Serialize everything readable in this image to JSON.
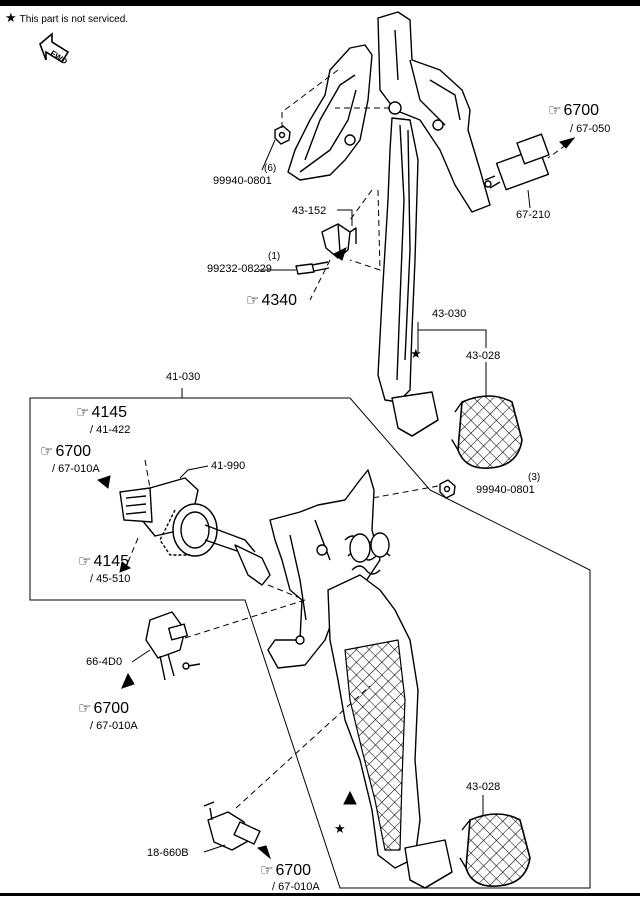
{
  "legend": {
    "star_symbol": "★",
    "note": "This part is not serviced."
  },
  "fwd_label": "FWD",
  "ref_icon": "pointing-hand-icon",
  "labels": {
    "p67_210": "67-210",
    "p43_152": "43-152",
    "p99940_0801_top": "99940-0801",
    "qty_6": "(6)",
    "p99232_08229": "99232-08229",
    "qty_1": "(1)",
    "p43_030": "43-030",
    "p43_028_top": "43-028",
    "p41_030": "41-030",
    "p41_990": "41-990",
    "p99940_0801_mid": "99940-0801",
    "qty_3": "(3)",
    "p66_4D0": "66-4D0",
    "p43_028_bottom": "43-028",
    "p18_660B": "18-660B"
  },
  "refs": {
    "r6700_top": {
      "num": "6700",
      "sub": "/ 67-050"
    },
    "r4340": {
      "num": "4340"
    },
    "r4145_a": {
      "num": "4145",
      "sub": "/ 41-422"
    },
    "r6700_left": {
      "num": "6700",
      "sub": "/ 67-010A"
    },
    "r4145_b": {
      "num": "4145",
      "sub": "/ 45-510"
    },
    "r6700_mid": {
      "num": "6700",
      "sub": "/ 67-010A"
    },
    "r6700_bottom": {
      "num": "6700",
      "sub": "/ 67-010A"
    }
  },
  "stars": {
    "s1": "★",
    "s2": "★"
  }
}
